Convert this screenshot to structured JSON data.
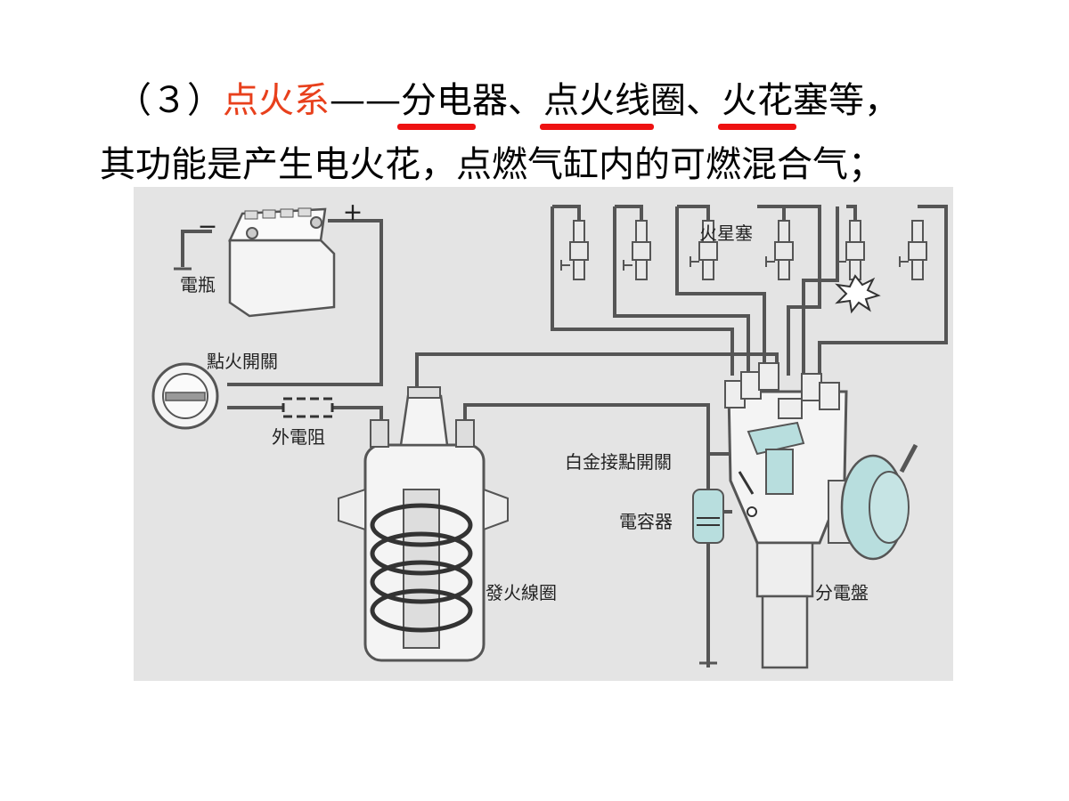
{
  "heading": {
    "prefix": "（３）",
    "system_name": "点火系",
    "dash": "——",
    "item1": "分电",
    "item1_tail": "器、",
    "item2": "点火线",
    "item2_tail": "圈、",
    "item3": "火花",
    "item3_tail": "塞等，",
    "line2": "其功能是产生电火花，点燃气缸内的可燃混合气；"
  },
  "diagram": {
    "labels": {
      "battery": "電瓶",
      "ignition_switch": "點火開關",
      "external_resistor": "外電阻",
      "ignition_coil": "發火線圈",
      "spark_plug": "火星塞",
      "breaker_points": "白金接點開關",
      "capacitor": "電容器",
      "distributor": "分電盤",
      "minus": "－",
      "plus": "＋"
    },
    "colors": {
      "background": "#e4e4e4",
      "wire": "#555555",
      "component_fill": "#f4f4f4",
      "cyan_parts": "#b8dede",
      "red_text": "#e8401c",
      "underline": "#ee1111"
    }
  }
}
